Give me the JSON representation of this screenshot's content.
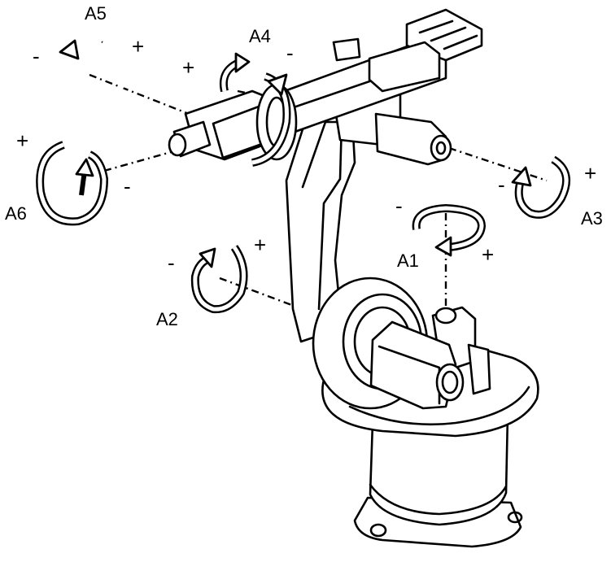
{
  "axes": [
    {
      "id": "A1",
      "label": "A1",
      "minus": "-",
      "plus": "+"
    },
    {
      "id": "A2",
      "label": "A2",
      "minus": "-",
      "plus": "+"
    },
    {
      "id": "A3",
      "label": "A3",
      "minus": "-",
      "plus": "+"
    },
    {
      "id": "A4",
      "label": "A4",
      "minus": "-",
      "plus": "+"
    },
    {
      "id": "A5",
      "label": "A5",
      "minus": "-",
      "plus": "+"
    },
    {
      "id": "A6",
      "label": "A6",
      "minus": "-",
      "plus": "+"
    }
  ],
  "colors": {
    "line": "#000000",
    "background": "#ffffff"
  }
}
